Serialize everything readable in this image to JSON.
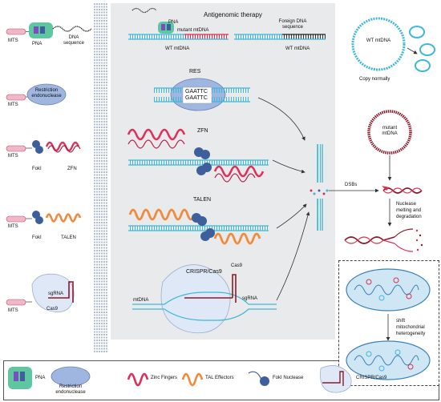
{
  "left": {
    "mts": "MTS",
    "pna": "PNA",
    "dna_seq_1": "DNA",
    "dna_seq_2": "sequence",
    "restriction_1": "Restriction",
    "restriction_2": "endonuclease",
    "fokl": "FokI",
    "zfn": "ZFN",
    "talen": "TALEN",
    "sgrna": "sgRNA",
    "cas9": "Cas9"
  },
  "center": {
    "antigenomic": "Antigenomic  therapy",
    "pna": "PNA",
    "mutant_mtdna": "mutant mtDNA",
    "foreign_1": "Foreign DNA",
    "foreign_2": "sequence",
    "wt_mtdna": "WT mtDNA",
    "res": "RES",
    "site_top": "GAATTC",
    "site_bottom": "GAATTC",
    "zfn": "ZFN",
    "talen": "TALEN",
    "crispr": "CRISPR/Cas9",
    "cas9": "Cas9",
    "sgrna": "sgRNA",
    "mtdna": "mtDNA"
  },
  "right": {
    "wt_mtdna": "WT mtDNA",
    "copy_normally": "Copy normally",
    "mutant_1": "mutant",
    "mutant_2": "mtDNA",
    "dsbs": "DSBs",
    "nuclease_1": "Nuclease",
    "nuclease_2": "melting and",
    "nuclease_3": "degradation",
    "shift_1": "shift",
    "shift_2": "mitochondrial",
    "shift_3": "heterogeneity"
  },
  "legend": {
    "pna": "PNA",
    "restriction_1": "Restriction",
    "restriction_2": "endonuclease",
    "zinc": "Zinc Fingers",
    "tal": "TAL Effectors",
    "fokl": "FokI Nuclease",
    "crispr": "CRISPR/Cas9"
  },
  "colors": {
    "dna_blue": "#3fb8d8",
    "mutant_red": "#d9304f",
    "protein_blue": "#3d5f9b",
    "pna_green": "#5ec7a0",
    "tal_orange": "#f08a3c",
    "zf_pink": "#e0305a",
    "panel_gray": "#e9eaec",
    "mts_pink": "#f2b6c6"
  }
}
